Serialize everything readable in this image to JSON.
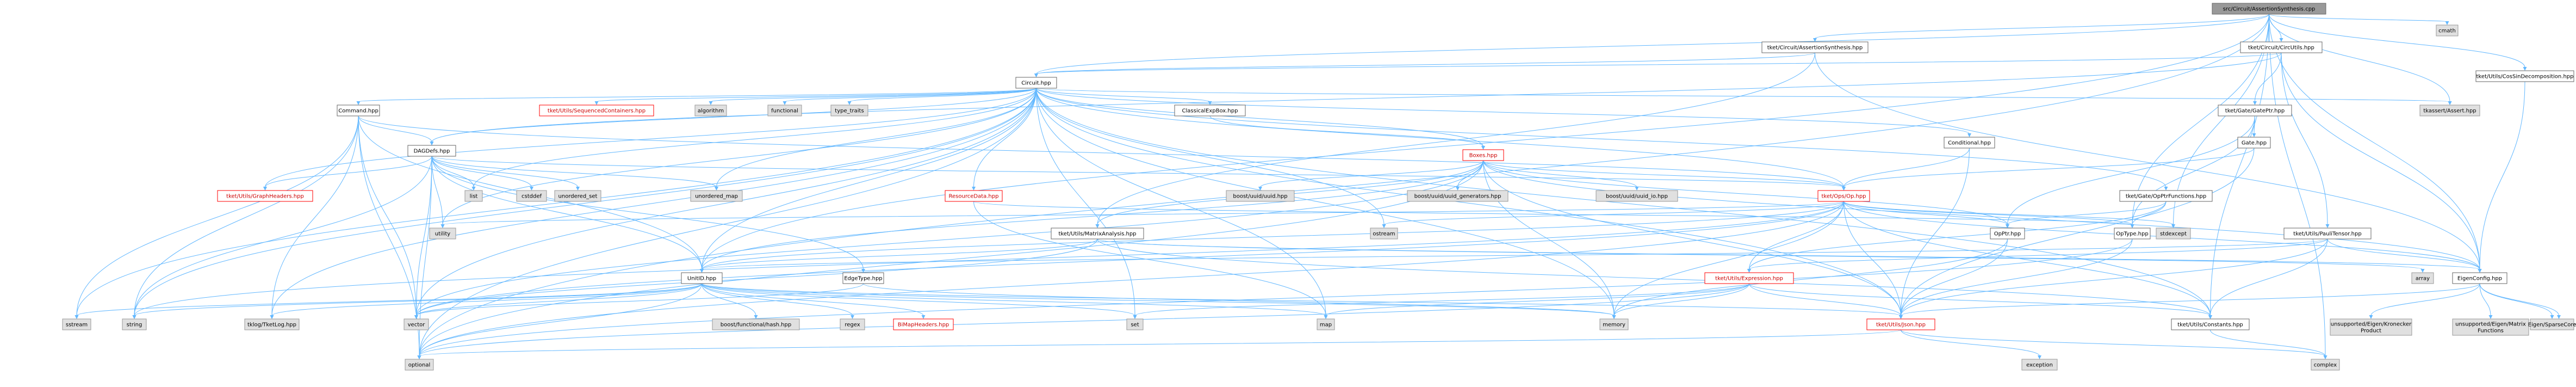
{
  "graph": {
    "root": "src/Circuit/AssertionSynthesis.cpp",
    "nodes": [
      {
        "id": "root",
        "label": "src/Circuit/AssertionSynthesis.cpp",
        "kind": "root"
      },
      {
        "id": "cmath",
        "label": "cmath",
        "kind": "ext"
      },
      {
        "id": "tket_cas",
        "label": "tket/Circuit/AssertionSynthesis.hpp",
        "kind": "local"
      },
      {
        "id": "tket_cu",
        "label": "tket/Circuit/CircUtils.hpp",
        "kind": "local"
      },
      {
        "id": "cosin",
        "label": "tket/Utils/CosSinDecomposition.hpp",
        "kind": "local"
      },
      {
        "id": "circuit",
        "label": "Circuit.hpp",
        "kind": "local"
      },
      {
        "id": "command",
        "label": "Command.hpp",
        "kind": "local"
      },
      {
        "id": "seqcont",
        "label": "tket/Utils/SequencedContainers.hpp",
        "kind": "red"
      },
      {
        "id": "algorithm",
        "label": "algorithm",
        "kind": "ext"
      },
      {
        "id": "functional",
        "label": "functional",
        "kind": "ext"
      },
      {
        "id": "type_traits",
        "label": "type_traits",
        "kind": "ext"
      },
      {
        "id": "classexp",
        "label": "ClassicalExpBox.hpp",
        "kind": "local"
      },
      {
        "id": "gateptr",
        "label": "tket/Gate/GatePtr.hpp",
        "kind": "local"
      },
      {
        "id": "tkassert",
        "label": "tkassert/Assert.hpp",
        "kind": "ext"
      },
      {
        "id": "gate",
        "label": "Gate.hpp",
        "kind": "local"
      },
      {
        "id": "conditional",
        "label": "Conditional.hpp",
        "kind": "local"
      },
      {
        "id": "dagdefs",
        "label": "DAGDefs.hpp",
        "kind": "local"
      },
      {
        "id": "boxes",
        "label": "Boxes.hpp",
        "kind": "red"
      },
      {
        "id": "graphheaders",
        "label": "tket/Utils/GraphHeaders.hpp",
        "kind": "red"
      },
      {
        "id": "list",
        "label": "list",
        "kind": "ext"
      },
      {
        "id": "cstddef",
        "label": "cstddef",
        "kind": "ext"
      },
      {
        "id": "unordered_set",
        "label": "unordered_set",
        "kind": "ext"
      },
      {
        "id": "unordered_map",
        "label": "unordered_map",
        "kind": "ext"
      },
      {
        "id": "resourcedata",
        "label": "ResourceData.hpp",
        "kind": "red"
      },
      {
        "id": "buuid",
        "label": "boost/uuid/uuid.hpp",
        "kind": "ext"
      },
      {
        "id": "buuidgen",
        "label": "boost/uuid/uuid_generators.hpp",
        "kind": "ext"
      },
      {
        "id": "buuidio",
        "label": "boost/uuid/uuid_io.hpp",
        "kind": "ext"
      },
      {
        "id": "op",
        "label": "tket/Ops/Op.hpp",
        "kind": "red"
      },
      {
        "id": "opptrfn",
        "label": "tket/Gate/OpPtrFunctions.hpp",
        "kind": "local"
      },
      {
        "id": "matrixan",
        "label": "tket/Utils/MatrixAnalysis.hpp",
        "kind": "local"
      },
      {
        "id": "utility",
        "label": "utility",
        "kind": "ext"
      },
      {
        "id": "ostream",
        "label": "ostream",
        "kind": "ext"
      },
      {
        "id": "stdexcept",
        "label": "stdexcept",
        "kind": "ext"
      },
      {
        "id": "paulitensor",
        "label": "tket/Utils/PauliTensor.hpp",
        "kind": "local"
      },
      {
        "id": "opptr",
        "label": "OpPtr.hpp",
        "kind": "local"
      },
      {
        "id": "optype",
        "label": "OpType.hpp",
        "kind": "local"
      },
      {
        "id": "unitid",
        "label": "UnitID.hpp",
        "kind": "local"
      },
      {
        "id": "edgetype",
        "label": "EdgeType.hpp",
        "kind": "local"
      },
      {
        "id": "expression",
        "label": "tket/Utils/Expression.hpp",
        "kind": "red"
      },
      {
        "id": "array",
        "label": "array",
        "kind": "ext"
      },
      {
        "id": "eigenconfig",
        "label": "EigenConfig.hpp",
        "kind": "local"
      },
      {
        "id": "sstream",
        "label": "sstream",
        "kind": "ext"
      },
      {
        "id": "string",
        "label": "string",
        "kind": "ext"
      },
      {
        "id": "tklog",
        "label": "tklog/TketLog.hpp",
        "kind": "ext"
      },
      {
        "id": "vector",
        "label": "vector",
        "kind": "ext"
      },
      {
        "id": "bfhash",
        "label": "boost/functional/hash.hpp",
        "kind": "ext"
      },
      {
        "id": "regex",
        "label": "regex",
        "kind": "ext"
      },
      {
        "id": "bimap",
        "label": "BiMapHeaders.hpp",
        "kind": "red"
      },
      {
        "id": "set",
        "label": "set",
        "kind": "ext"
      },
      {
        "id": "map",
        "label": "map",
        "kind": "ext"
      },
      {
        "id": "memory",
        "label": "memory",
        "kind": "ext"
      },
      {
        "id": "json",
        "label": "tket/Utils/Json.hpp",
        "kind": "red"
      },
      {
        "id": "constants",
        "label": "tket/Utils/Constants.hpp",
        "kind": "local"
      },
      {
        "id": "optional",
        "label": "optional",
        "kind": "ext"
      },
      {
        "id": "exception",
        "label": "exception",
        "kind": "ext"
      },
      {
        "id": "complex",
        "label": "complex",
        "kind": "ext"
      },
      {
        "id": "kronecker",
        "label": "unsupported/Eigen/Kronecker\nProduct",
        "kind": "ext"
      },
      {
        "id": "matfun",
        "label": "unsupported/Eigen/Matrix\nFunctions",
        "kind": "ext"
      },
      {
        "id": "eigendense",
        "label": "Eigen/Dense",
        "kind": "ext"
      },
      {
        "id": "eigensparse",
        "label": "Eigen/SparseCore",
        "kind": "ext"
      }
    ],
    "edges": [
      [
        "root",
        "cmath"
      ],
      [
        "root",
        "tket_cas"
      ],
      [
        "root",
        "tket_cu"
      ],
      [
        "root",
        "cosin"
      ],
      [
        "root",
        "circuit"
      ],
      [
        "root",
        "tkassert"
      ],
      [
        "root",
        "stdexcept"
      ],
      [
        "root",
        "eigenconfig"
      ],
      [
        "root",
        "optype"
      ],
      [
        "root",
        "constants"
      ],
      [
        "root",
        "optional"
      ],
      [
        "root",
        "complex"
      ],
      [
        "root",
        "unitid"
      ],
      [
        "tket_cas",
        "circuit"
      ],
      [
        "tket_cas",
        "matrixan"
      ],
      [
        "tket_cas",
        "eigenconfig"
      ],
      [
        "tket_cu",
        "circuit"
      ],
      [
        "tket_cu",
        "gateptr"
      ],
      [
        "tket_cu",
        "paulitensor"
      ],
      [
        "tket_cu",
        "eigenconfig"
      ],
      [
        "tket_cu",
        "dagdefs"
      ],
      [
        "cosin",
        "eigenconfig"
      ],
      [
        "circuit",
        "command"
      ],
      [
        "circuit",
        "seqcont"
      ],
      [
        "circuit",
        "algorithm"
      ],
      [
        "circuit",
        "functional"
      ],
      [
        "circuit",
        "type_traits"
      ],
      [
        "circuit",
        "classexp"
      ],
      [
        "circuit",
        "tkassert"
      ],
      [
        "circuit",
        "dagdefs"
      ],
      [
        "circuit",
        "conditional"
      ],
      [
        "circuit",
        "boxes"
      ],
      [
        "circuit",
        "resourcedata"
      ],
      [
        "circuit",
        "list"
      ],
      [
        "circuit",
        "unordered_map"
      ],
      [
        "circuit",
        "opptrfn"
      ],
      [
        "circuit",
        "graphheaders"
      ],
      [
        "circuit",
        "ostream"
      ],
      [
        "circuit",
        "op"
      ],
      [
        "circuit",
        "json"
      ],
      [
        "circuit",
        "constants"
      ],
      [
        "circuit",
        "optional"
      ],
      [
        "circuit",
        "string"
      ],
      [
        "circuit",
        "sstream"
      ],
      [
        "circuit",
        "vector"
      ],
      [
        "circuit",
        "tklog"
      ],
      [
        "circuit",
        "map"
      ],
      [
        "circuit",
        "set"
      ],
      [
        "circuit",
        "memory"
      ],
      [
        "circuit",
        "unitid"
      ],
      [
        "circuit",
        "utility"
      ],
      [
        "command",
        "dagdefs"
      ],
      [
        "command",
        "optional"
      ],
      [
        "command",
        "sstream"
      ],
      [
        "command",
        "string"
      ],
      [
        "command",
        "unitid"
      ],
      [
        "command",
        "vector"
      ],
      [
        "command",
        "op"
      ],
      [
        "command",
        "tklog"
      ],
      [
        "classexp",
        "boxes"
      ],
      [
        "gateptr",
        "gate"
      ],
      [
        "gateptr",
        "opptr"
      ],
      [
        "gateptr",
        "optype"
      ],
      [
        "gate",
        "op"
      ],
      [
        "gate",
        "json"
      ],
      [
        "conditional",
        "op"
      ],
      [
        "conditional",
        "json"
      ],
      [
        "dagdefs",
        "graphheaders"
      ],
      [
        "dagdefs",
        "list"
      ],
      [
        "dagdefs",
        "cstddef"
      ],
      [
        "dagdefs",
        "unordered_set"
      ],
      [
        "dagdefs",
        "unordered_map"
      ],
      [
        "dagdefs",
        "edgetype"
      ],
      [
        "dagdefs",
        "op"
      ],
      [
        "dagdefs",
        "unitid"
      ],
      [
        "dagdefs",
        "optional"
      ],
      [
        "dagdefs",
        "utility"
      ],
      [
        "dagdefs",
        "string"
      ],
      [
        "dagdefs",
        "vector"
      ],
      [
        "boxes",
        "buuid"
      ],
      [
        "boxes",
        "buuidgen"
      ],
      [
        "boxes",
        "buuidio"
      ],
      [
        "boxes",
        "op"
      ],
      [
        "boxes",
        "matrixan"
      ],
      [
        "boxes",
        "unitid"
      ],
      [
        "boxes",
        "memory"
      ],
      [
        "boxes",
        "optional"
      ],
      [
        "boxes",
        "vector"
      ],
      [
        "boxes",
        "eigenconfig"
      ],
      [
        "boxes",
        "opptr"
      ],
      [
        "boxes",
        "json"
      ],
      [
        "resourcedata",
        "map"
      ],
      [
        "resourcedata",
        "optype"
      ],
      [
        "op",
        "utility"
      ],
      [
        "op",
        "ostream"
      ],
      [
        "op",
        "stdexcept"
      ],
      [
        "op",
        "opptr"
      ],
      [
        "op",
        "optype"
      ],
      [
        "op",
        "unitid"
      ],
      [
        "op",
        "expression"
      ],
      [
        "op",
        "json"
      ],
      [
        "op",
        "constants"
      ],
      [
        "op",
        "optional"
      ],
      [
        "op",
        "memory"
      ],
      [
        "op",
        "string"
      ],
      [
        "op",
        "vector"
      ],
      [
        "op",
        "eigenconfig"
      ],
      [
        "opptrfn",
        "opptr"
      ],
      [
        "opptrfn",
        "optype"
      ],
      [
        "opptrfn",
        "expression"
      ],
      [
        "matrixan",
        "eigenconfig"
      ],
      [
        "matrixan",
        "unitid"
      ],
      [
        "matrixan",
        "constants"
      ],
      [
        "matrixan",
        "vector"
      ],
      [
        "matrixan",
        "array"
      ],
      [
        "paulitensor",
        "unitid"
      ],
      [
        "paulitensor",
        "expression"
      ],
      [
        "paulitensor",
        "json"
      ],
      [
        "paulitensor",
        "constants"
      ],
      [
        "paulitensor",
        "eigenconfig"
      ],
      [
        "opptr",
        "json"
      ],
      [
        "opptr",
        "memory"
      ],
      [
        "optype",
        "json"
      ],
      [
        "optype",
        "optional"
      ],
      [
        "unitid",
        "bfhash"
      ],
      [
        "unitid",
        "regex"
      ],
      [
        "unitid",
        "bimap"
      ],
      [
        "unitid",
        "set"
      ],
      [
        "unitid",
        "map"
      ],
      [
        "unitid",
        "string"
      ],
      [
        "unitid",
        "sstream"
      ],
      [
        "unitid",
        "vector"
      ],
      [
        "unitid",
        "json"
      ],
      [
        "unitid",
        "tklog"
      ],
      [
        "unitid",
        "optional"
      ],
      [
        "unitid",
        "memory"
      ],
      [
        "edgetype",
        "memory"
      ],
      [
        "edgetype",
        "vector"
      ],
      [
        "expression",
        "json"
      ],
      [
        "expression",
        "memory"
      ],
      [
        "expression",
        "optional"
      ],
      [
        "expression",
        "set"
      ],
      [
        "expression",
        "map"
      ],
      [
        "expression",
        "constants"
      ],
      [
        "eigenconfig",
        "kronecker"
      ],
      [
        "eigenconfig",
        "matfun"
      ],
      [
        "eigenconfig",
        "eigendense"
      ],
      [
        "eigenconfig",
        "eigensparse"
      ],
      [
        "eigenconfig",
        "json"
      ],
      [
        "json",
        "exception"
      ],
      [
        "json",
        "complex"
      ],
      [
        "json",
        "optional"
      ],
      [
        "constants",
        "complex"
      ]
    ]
  }
}
